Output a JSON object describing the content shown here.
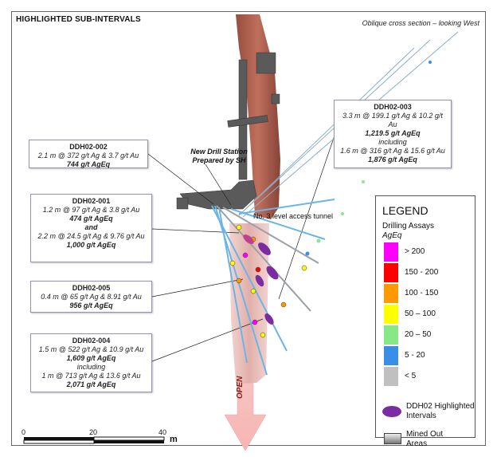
{
  "title": "HIGHLIGHTED SUB-INTERVALS",
  "subtitle": "Oblique cross section – looking West",
  "callouts": {
    "ddh02_002": {
      "hole": "DDH02-002",
      "line1": "2.1 m @ 372 g/t Ag & 3.7 g/t Au",
      "line2": "744 g/t AgEq"
    },
    "ddh02_001": {
      "hole": "DDH02-001",
      "line1": "1.2 m @ 97 g/t Ag & 3.8 g/t Au",
      "line2": "474 g/t AgEq",
      "and": "and",
      "line3": "2.2 m @ 24.5 g/t Ag & 9.76 g/t Au",
      "line4": "1,000 g/t AgEq"
    },
    "ddh02_005": {
      "hole": "DDH02-005",
      "line1": "0.4 m @ 65 g/t Ag & 8.91 g/t Au",
      "line2": "956 g/t AgEq"
    },
    "ddh02_004": {
      "hole": "DDH02-004",
      "line1": "1.5 m @ 522 g/t Ag & 10.9 g/t Au",
      "line2": "1,609 g/t AgEq",
      "including": "including",
      "line3": "1 m @ 713 g/t Ag & 13.6 g/t Au",
      "line4": "2,071 g/t AgEq"
    },
    "ddh02_003": {
      "hole": "DDH02-003",
      "line1": "3.3 m @ 199.1 g/t Ag & 10.2 g/t",
      "line1b": "Au",
      "line2": "1,219.5 g/t AgEq",
      "including": "including",
      "line3": "1.6 m @ 316 g/t Ag & 15.6 g/t Au",
      "line4": "1,876 g/t AgEq"
    }
  },
  "labels": {
    "station1": "New Drill Station",
    "station2": "Prepared by SH",
    "tunnel": "No. 3 level access tunnel",
    "open": "OPEN"
  },
  "legend": {
    "title": "LEGEND",
    "subtitle1": "Drilling Assays",
    "subtitle2": "AgEq",
    "classes": [
      {
        "label": "> 200",
        "color": "#ff00ff"
      },
      {
        "label": "150 - 200",
        "color": "#ff0000"
      },
      {
        "label": "100 - 150",
        "color": "#ff9900"
      },
      {
        "label": "50 – 100",
        "color": "#ffff00"
      },
      {
        "label": "20 – 50",
        "color": "#88e888"
      },
      {
        "label": "5 - 20",
        "color": "#3a8ee6"
      },
      {
        "label": "< 5",
        "color": "#c0c0c0"
      }
    ],
    "highlight_line1": "DDH02 Highlighted",
    "highlight_line2": "Intervals",
    "mined_line1": "Mined Out",
    "mined_line2": "Areas"
  },
  "scale": {
    "t0": "0",
    "t1": "20",
    "t2": "40",
    "unit": "m"
  }
}
